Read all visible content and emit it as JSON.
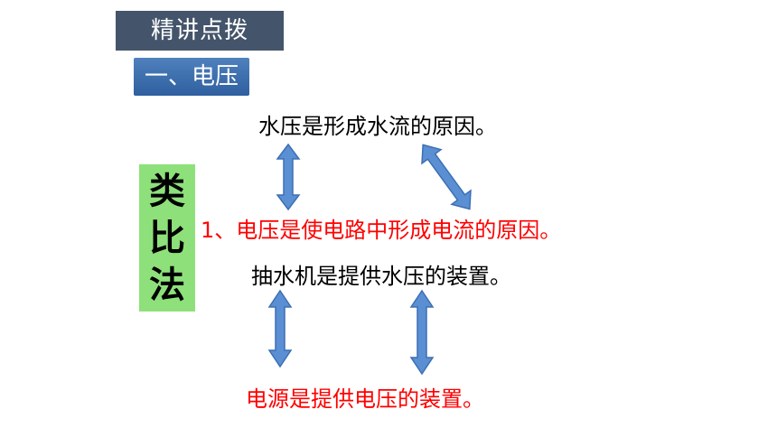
{
  "header": {
    "title": "精讲点拨"
  },
  "section": {
    "title": "一、电压"
  },
  "analogy_box": {
    "chars": [
      "类",
      "比",
      "法"
    ]
  },
  "lines": {
    "water_pressure": "水压是形成水流的原因。",
    "voltage_definition": "1、电压是使电路中形成电流的原因。",
    "pump": "抽水机是提供水压的装置。",
    "power_source": "电源是提供电压的装置。"
  },
  "colors": {
    "header_bg": "#44546a",
    "section_bg": "#4f81bd",
    "box_bg": "#8ee07a",
    "arrow": "#5b8fd4",
    "emphasis": "#ff0000"
  }
}
